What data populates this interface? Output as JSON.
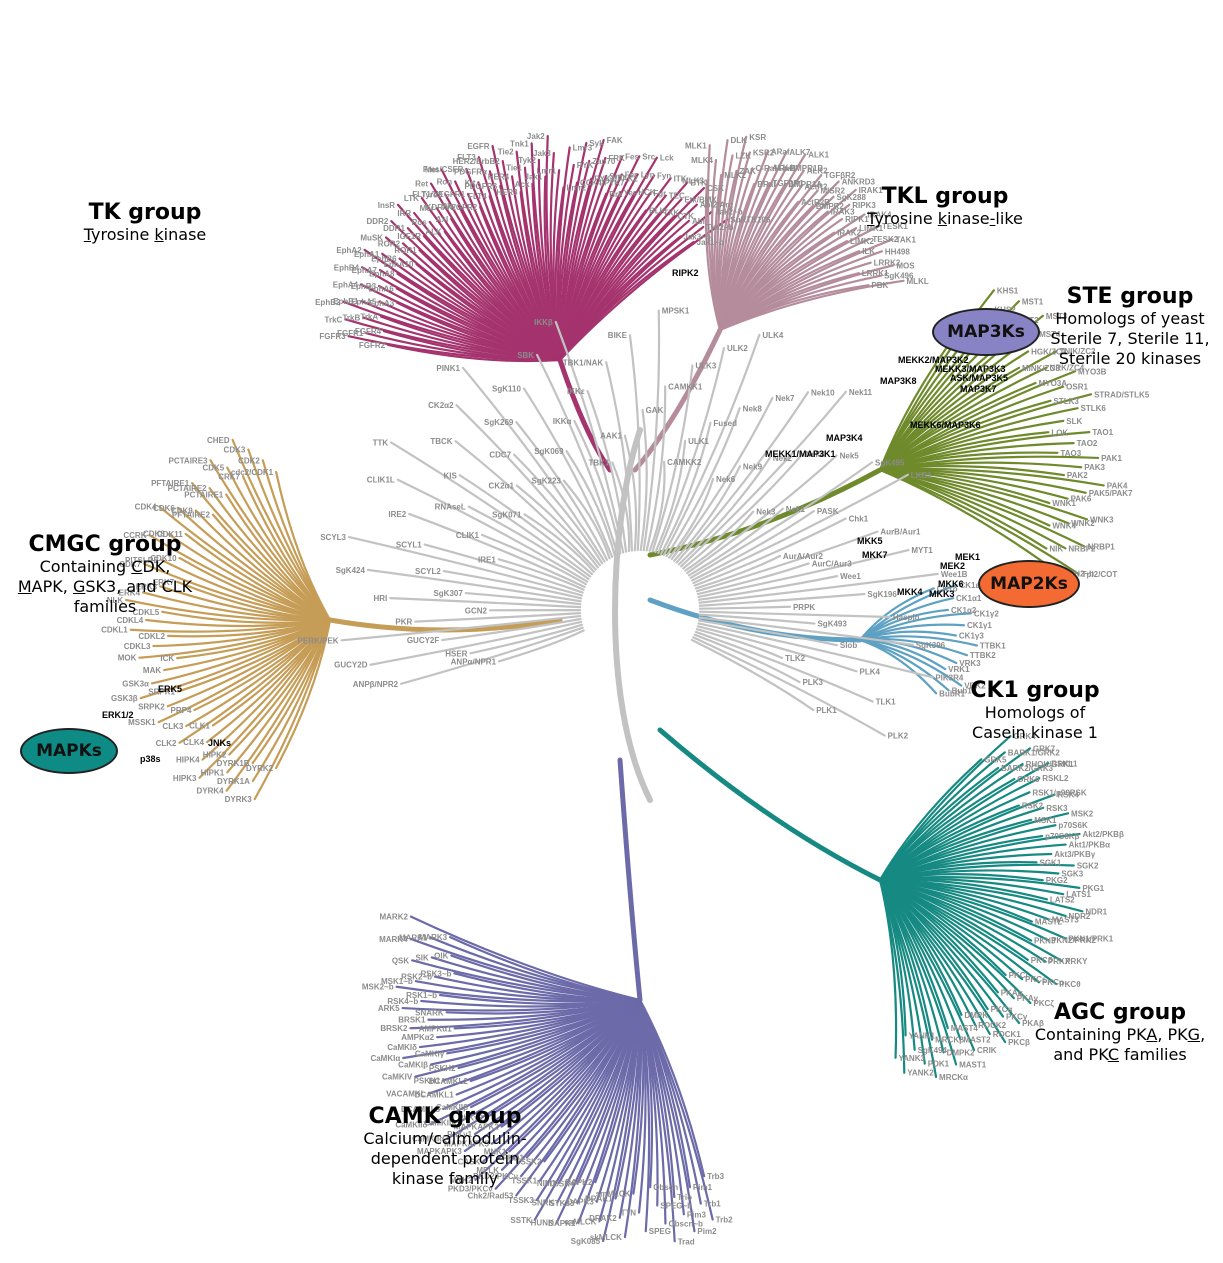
{
  "colors": {
    "TK": "#a4336e",
    "TKL": "#b48c9b",
    "STE": "#6e8a2b",
    "CK1": "#5ea1c3",
    "AGC": "#168a82",
    "CAMK": "#6c6aa8",
    "CMGC": "#c69d57",
    "other": "#c2c2c2",
    "map3k_fill": "#8883c4",
    "map2k_fill": "#f36b32",
    "mapk_fill": "#0f8b85"
  },
  "groups": {
    "tk": {
      "title": "TK group",
      "line1": "Tyrosine kinase"
    },
    "tkl": {
      "title": "TKL group",
      "line1": "Tyrosine kinase-like"
    },
    "ste": {
      "title": "STE group",
      "line1": "Homologs of yeast",
      "line2": "Sterile 7, Sterile 11,",
      "line3": "Sterile 20 kinases"
    },
    "cmgc": {
      "title": "CMGC group",
      "line1": "Containing CDK,",
      "line2": "MAPK, GSK3, and CLK",
      "line3": "families"
    },
    "ck1": {
      "title": "CK1 group",
      "line1": "Homologs of",
      "line2": "Casein kinase 1"
    },
    "agc": {
      "title": "AGC group",
      "line1": "Containing PKA, PKG,",
      "line2": "and PKC families"
    },
    "camk": {
      "title": "CAMK group",
      "line1": "Calcium/calmodulin-",
      "line2": "dependent protein",
      "line3": "kinase family"
    }
  },
  "callouts": {
    "map3ks": "MAP3Ks",
    "map2ks": "MAP2Ks",
    "mapks": "MAPKs"
  },
  "highlight_labels": {
    "ripk2": "RIPK2",
    "mekk2": "MEKK2/MAP3K2",
    "mekk3": "MEKK3/MAP3K3",
    "ask": "ASK/MAP3K5",
    "map3k7": "MAP3K7",
    "map3k8": "MAP3K8",
    "mekk6": "MEKK6/MAP3K6",
    "map3k4": "MAP3K4",
    "mekk1": "MEKK1/MAP3K1",
    "mkk5": "MKK5",
    "mkk7": "MKK7",
    "mek1": "MEK1",
    "mek2": "MEK2",
    "mkk6": "MKK6",
    "mkk4": "MKK4",
    "mkk3": "MKK3",
    "erk5": "ERK5",
    "erk12": "ERK1/2",
    "jnks": "JNKs",
    "p38s": "p38s"
  },
  "kinase_labels": {
    "TK": [
      "FGFR2",
      "FGFR3",
      "FGFR1",
      "FGFR4",
      "TrkC",
      "TrkB",
      "TrkA",
      "EphB2",
      "EphB1",
      "EphA5",
      "EphA3",
      "EphA4",
      "EphB3",
      "EphA6",
      "EphB4",
      "EphA7",
      "EphA8",
      "EphA2",
      "EphA1",
      "EphB6",
      "EphA10",
      "MuSK",
      "ROR2",
      "ROR1",
      "DDR2",
      "DDR1",
      "IGF1R",
      "InsR",
      "IRR",
      "Ros",
      "ALK",
      "LTK",
      "Mer",
      "Axl",
      "Ret",
      "Tyro3",
      "Sky",
      "Met",
      "Ron",
      "FLT1/VEGFR1",
      "KDR/VEGFR2",
      "Fms/CSFR",
      "Kit",
      "FLT4",
      "FLT3",
      "PDGFRα",
      "PDGFRβ",
      "EGFR",
      "HER2/ErbB2",
      "HER4",
      "HER3",
      "Tie2",
      "Tie1",
      "Ack",
      "Tnk1",
      "Tyk2",
      "Jak1",
      "Jak2",
      "Jak3",
      "Lmr1",
      "Lmr2",
      "Lmr3",
      "RYK",
      "CCK4/PTK7",
      "Syk",
      "Zap70",
      "PYK2/FAK2",
      "FAK",
      "FRK",
      "Srm",
      "Brk",
      "Fes",
      "Fer",
      "Yes",
      "Src",
      "Lyn",
      "HCK",
      "Lck",
      "Fyn",
      "Fgr",
      "BLK",
      "ITK",
      "TEC",
      "TXK",
      "BTK",
      "Etk/BMX",
      "CTK",
      "CSK",
      "Abl2/Arg",
      "Abl",
      "Jak3~b",
      "Jak2~b",
      "Tyk2~b",
      "Jak1~b",
      "SuRTK106"
    ],
    "TKL": [
      "MLK3",
      "MLK1",
      "MLK4",
      "MLK2",
      "DLK",
      "LZK",
      "ZAK",
      "KSR",
      "KSR2",
      "C-Raf/Raf1",
      "BRaf",
      "ARaf",
      "ALK4",
      "TGFβR1",
      "ALK7",
      "BMPR1B",
      "BMPR1A",
      "ALK1",
      "ALK2",
      "ActR2",
      "ActR2B",
      "TGFβR2",
      "MISR2",
      "BMPR2",
      "ANKRD3",
      "SgK288",
      "IRAK3",
      "IRAK1",
      "RIPK3",
      "RIPK1",
      "IRAK2",
      "IRAK4",
      "LIMK1",
      "LIMK2",
      "TESK1",
      "TESK2",
      "ILK",
      "TAK1",
      "HH498",
      "LRRK2",
      "LRRK1",
      "MOS",
      "SgK496",
      "PBK",
      "MLKL"
    ],
    "STE": [
      "HPK1",
      "KHS1",
      "KHS2",
      "GCK",
      "MST1",
      "MST2",
      "YSK1",
      "MST3",
      "MST4",
      "HGK/ZC1",
      "MINK/ZC3",
      "TNIK/ZC2",
      "NRK/ZC4",
      "MYO3A",
      "MYO3B",
      "OSR1",
      "STLK3",
      "STRAD/STLK5",
      "STLK6",
      "SLK",
      "LOK",
      "TAO1",
      "TAO2",
      "TAO3",
      "PAK1",
      "PAK3",
      "PAK2",
      "PAK4",
      "PAK5/PAK7",
      "PAK6",
      "WNK1",
      "WNK3",
      "WNK2",
      "WNK4",
      "NRBP1",
      "NRBP2",
      "NIK",
      "Tpl2/COT",
      "GCN2~b"
    ],
    "CK1": [
      "CK1δ",
      "CK1ε",
      "CK1α1",
      "CK1α2",
      "CK1γ2",
      "CK1γ1",
      "CK1γ3",
      "TTBK1",
      "TTBK2",
      "VRK3",
      "VRK1",
      "VRK2",
      "Bub1",
      "BubR1"
    ],
    "AGC": [
      "GRK5",
      "GRK4",
      "BARK1/GRK2",
      "BARK2/GRK3",
      "GRK7",
      "RHOK/GRK1",
      "GRK6",
      "RSKL1",
      "RSKL2",
      "RSK1/p90RSK",
      "RSK2",
      "RSK4",
      "RSK3",
      "MSK1",
      "MSK2",
      "p70S6K",
      "p70S6Kβ",
      "Akt2/PKBβ",
      "Akt1/PKBα",
      "Akt3/PKBγ",
      "SGK1",
      "SGK2",
      "SGK3",
      "PKG2",
      "PKG1",
      "LATS1",
      "LATS2",
      "NDR1",
      "NDR2",
      "MAST3",
      "MASTL",
      "PKN1/PRK1",
      "PKN2/PRK2",
      "PKN3",
      "PRKY",
      "PRKX",
      "PKCδ",
      "PKCθ",
      "PKCη",
      "PKCε",
      "PKCι",
      "PKCζ",
      "PKAγ",
      "PKAα",
      "PKAβ",
      "PKCγ",
      "PKCα",
      "PKCβ",
      "ROCK1",
      "ROCK2",
      "DMPK",
      "CRIK",
      "MAST2",
      "MAST4",
      "MAST1",
      "DMPK2",
      "MRCKβ",
      "MRCKα",
      "PDK1",
      "SgK494",
      "YANK1",
      "YANK2",
      "YANK3"
    ],
    "CAMK": [
      "Trb3",
      "Trb2",
      "Trb1",
      "Pim1",
      "Pim2",
      "Pim3",
      "Trio",
      "Trad",
      "Obscn~b",
      "SPEG~b",
      "Obscn",
      "SPEG",
      "TTN",
      "smMLCK",
      "skMLCK",
      "DRAK2",
      "DRAK1",
      "SgK085",
      "caMLCK",
      "DAPK3",
      "DAPK2",
      "DAPK1",
      "STK33",
      "TSSK4",
      "HUNK",
      "SNRK",
      "NIM1",
      "SSTK",
      "TSSK3",
      "TSSK1",
      "TSSK2",
      "Chk2/Rad53",
      "PKD2/PKCν",
      "PKD1",
      "PKD3/PKCν",
      "MELK",
      "MNK1",
      "MNK2",
      "CASK",
      "MAPKAPK5",
      "MAPKAPK2",
      "MAPKAPK3",
      "PhKγ1",
      "PhKγ2",
      "CaMKIIα",
      "CaMKIIγ",
      "CaMKIIβ",
      "CaMKIIδ",
      "DCAMKL3",
      "DCAMKL1",
      "DCAMKL2",
      "VACAMKL",
      "PSKH1",
      "PSKH2",
      "CaMKIV",
      "CaMKIβ",
      "CaMKIγ",
      "CaMKIα",
      "CaMKIδ",
      "AMPKα2",
      "AMPKα1",
      "BRSK2",
      "BRSK1",
      "SNARK",
      "ARK5",
      "RSK4~b",
      "RSK1~b",
      "MSK2~b",
      "MSK1~b",
      "RSK2~b",
      "RSK3~b",
      "QSK",
      "SIK",
      "QIK",
      "MARK4",
      "MARK1",
      "MARK3",
      "MARK2"
    ],
    "CMGC": [
      "DYRK2",
      "DYRK3",
      "DYRK1A",
      "DYRK1B",
      "DYRK4",
      "HIPK1",
      "HIPK2",
      "HIPK3",
      "HIPK4",
      "CLK4",
      "CLK1",
      "CLK2",
      "CLK3",
      "PRP4",
      "MSSK1",
      "SRPK2",
      "SRPK1",
      "GSK3β",
      "GSK3α",
      "MAK",
      "ICK",
      "MOK",
      "CDKL3",
      "CDKL2",
      "CDKL1",
      "CDKL4",
      "CDKL5",
      "NLK",
      "ERK4",
      "ERK3",
      "ERK7",
      "CDK7",
      "PITSLRE",
      "CDK10",
      "CCRK",
      "CDK8",
      "CDK11",
      "CDK4",
      "CDK6",
      "CDK9",
      "PFTAIRE2",
      "PFTAIRE1",
      "PCTAIRE2",
      "PCTAIRE1",
      "PCTAIRE3",
      "CDK5",
      "CRK7",
      "CHED",
      "CDK3",
      "CDK2",
      "cdc2/CDK1"
    ],
    "Other": [
      "ANPα/NPR1",
      "ANPβ/NPR2",
      "HSER",
      "GUCY2D",
      "GUCY2F",
      "PERK/PEK",
      "PKR",
      "GCN2",
      "HRI",
      "SgK307",
      "SgK424",
      "SCYL2",
      "SCYL3",
      "SCYL1",
      "IRE1",
      "IRE2",
      "CLIK1",
      "CLIK1L",
      "RNAseL",
      "TTK",
      "KIS",
      "SgK071",
      "TBCK",
      "CK2α1",
      "CK2α2",
      "CDC7",
      "PINK1",
      "SgK269",
      "SgK223",
      "SgK110",
      "SgK069",
      "SBK",
      "IKKα",
      "IKKβ",
      "IKKε",
      "TBK1",
      "TBK1/NAK",
      "AAK1",
      "BIKE",
      "GAK",
      "MPSK1",
      "CAMKK1",
      "CAMKK2",
      "ULK3",
      "ULK1",
      "ULK2",
      "Fused",
      "ULK4",
      "Nek8",
      "Nek6",
      "Nek7",
      "Nek9",
      "Nek10",
      "Nek2",
      "Nek11",
      "Nek4",
      "Nek3",
      "Nek5",
      "Nek1",
      "SgK495",
      "PASK",
      "LKB1",
      "Chk1",
      "AurA/Aur2",
      "AurB/Aur1",
      "AurC/Aur3",
      "MYT1",
      "Wee1",
      "Wee1B",
      "SgK196",
      "PRPK",
      "Haspin",
      "SgK493",
      "SgK396",
      "Slob",
      "PIK3R4",
      "PLK4",
      "TLK2",
      "TLK1",
      "PLK3",
      "PLK2",
      "PLK1"
    ]
  }
}
